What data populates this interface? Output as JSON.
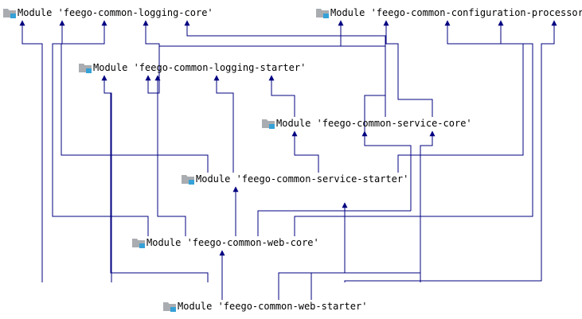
{
  "diagram": {
    "colors": {
      "edge": "#000080",
      "folder": "#a9acb0",
      "folder_badge": "#35a1d7",
      "text": "#000000",
      "background": "#ffffff"
    },
    "node_icon": "module-folder-icon",
    "nodes": {
      "logging_core": {
        "label": "Module 'feego-common-logging-core'"
      },
      "config_processor": {
        "label": "Module 'feego-common-configuration-processor'"
      },
      "logging_starter": {
        "label": "Module 'feego-common-logging-starter'"
      },
      "service_core": {
        "label": "Module 'feego-common-service-core'"
      },
      "service_starter": {
        "label": "Module 'feego-common-service-starter'"
      },
      "web_core": {
        "label": "Module 'feego-common-web-core'"
      },
      "web_starter": {
        "label": "Module 'feego-common-web-starter'"
      }
    }
  }
}
